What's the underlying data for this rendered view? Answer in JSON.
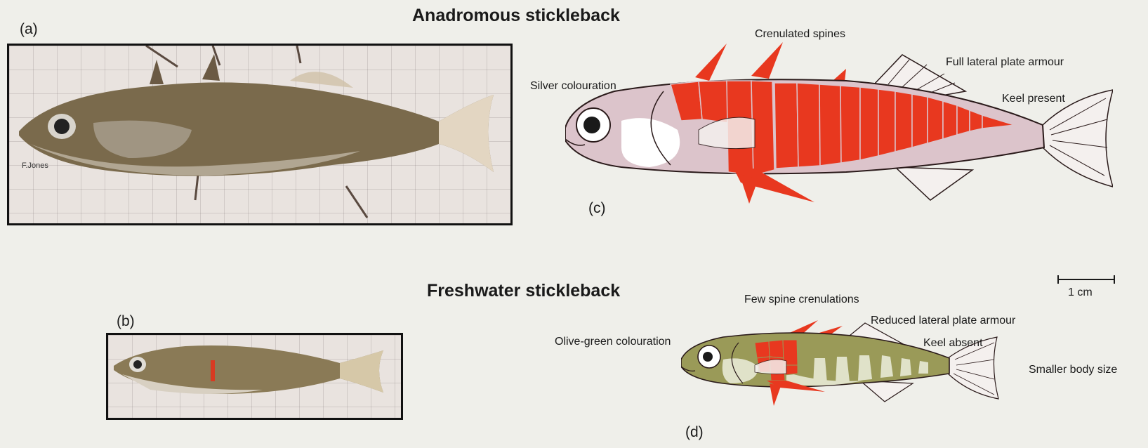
{
  "titles": {
    "anadromous": "Anadromous stickleback",
    "freshwater": "Freshwater stickleback"
  },
  "panels": {
    "a": "(a)",
    "b": "(b)",
    "c": "(c)",
    "d": "(d)"
  },
  "photo_credit": "F.Jones",
  "anadromous_annotations": {
    "spines": "Crenulated spines",
    "colour": "Silver colouration",
    "armour": "Full lateral plate armour",
    "keel": "Keel present"
  },
  "freshwater_annotations": {
    "spines": "Few spine crenulations",
    "armour": "Reduced lateral plate armour",
    "colour": "Olive-green colouration",
    "keel": "Keel absent",
    "size": "Smaller body size"
  },
  "scale_bar": "1 cm",
  "colors": {
    "plate_armour": "#e8381f",
    "silver_body": "#dcc4cb",
    "olive_body": "#9a9a58",
    "outline": "#2a1a1a"
  }
}
